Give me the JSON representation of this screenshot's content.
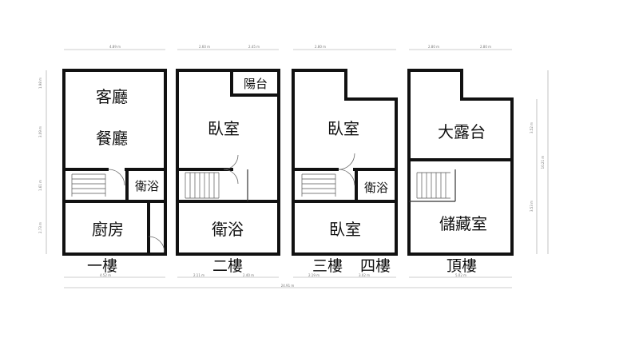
{
  "rooms": {
    "living": "客廳",
    "dining": "餐廳",
    "bath": "衛浴",
    "kitchen": "廚房",
    "balcony": "陽台",
    "bedroom": "臥室",
    "terrace": "大露台",
    "storage": "儲藏室"
  },
  "floors": {
    "f1": "一樓",
    "f2": "二樓",
    "f3": "三樓",
    "f4": "四樓",
    "roof": "頂樓"
  },
  "dims": {
    "top_1": "4.89 m",
    "top_2a": "2.60 m",
    "top_2b": "2.45 m",
    "top_3": "2.80 m",
    "top_4a": "2.80 m",
    "top_4b": "2.80 m",
    "left_1": "1.98 m",
    "left_2": "3.09 m",
    "left_3": "1.61 m",
    "left_4": "2.73 m",
    "right_1": "3.52 m",
    "right_2": "10.21 m",
    "right_3": "3.53 m",
    "bot_1": "4.52 m",
    "bot_2a": "2.11 m",
    "bot_2b": "2.40 m",
    "bot_3a": "2.19 m",
    "bot_3b": "3.02 m",
    "bot_4": "5.02 m",
    "total": "24.91 m"
  }
}
